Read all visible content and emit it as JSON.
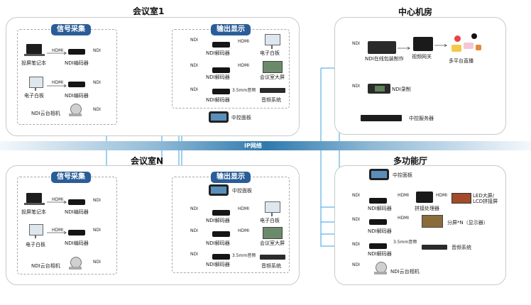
{
  "ip_band": {
    "label": "IP网络"
  },
  "colors": {
    "line": "#3aa0e0",
    "badge": "#2a5d97",
    "device": "#151515"
  },
  "room1": {
    "title": "会议室1",
    "capture": {
      "badge": "信号采集",
      "laptop_label": "投屏笔记本",
      "laptop_link": "HDMI",
      "laptop_encoder": "NDI编码器",
      "wb_label": "电子白板",
      "wb_link": "HDMI",
      "wb_encoder": "NDI编码器",
      "cam_label": "NDI云台相机",
      "ndi": "NDI"
    },
    "output": {
      "badge": "输出显示",
      "row1_in": "NDI",
      "row1_link": "HDMI",
      "row1_dec": "NDI解码器",
      "row1_dev": "电子白板",
      "row2_in": "NDI",
      "row2_link": "HDMI",
      "row2_dec": "NDI解码器",
      "row2_dev": "会议室大屏",
      "row3_in": "NDI",
      "row3_link": "3.5mm音频",
      "row3_dec": "NDI解码器",
      "row3_dev": "音频系统",
      "panel": "中控面板"
    }
  },
  "roomN": {
    "title": "会议室N",
    "capture": {
      "badge": "信号采集",
      "laptop_label": "投屏笔记本",
      "laptop_link": "HDMI",
      "laptop_encoder": "NDI编码器",
      "wb_label": "电子白板",
      "wb_link": "HDMI",
      "wb_encoder": "NDI编码器",
      "cam_label": "NDI云台相机",
      "ndi": "NDI"
    },
    "output": {
      "badge": "输出显示",
      "panel": "中控面板",
      "row1_in": "NDI",
      "row1_link": "HDMI",
      "row1_dec": "NDI解码器",
      "row1_dev": "电子白板",
      "row2_in": "NDI",
      "row2_link": "HDMI",
      "row2_dec": "NDI解码器",
      "row2_dev": "会议室大屏",
      "row3_in": "NDI",
      "row3_link": "3.5mm音频",
      "row3_dec": "NDI解码器",
      "row3_dev": "音频系统"
    }
  },
  "center": {
    "title": "中心机房",
    "ndi1": "NDI",
    "prod": "NDI在线包装制作",
    "gateway": "视频网关",
    "live": "多平台直播",
    "ndi2": "NDI",
    "rec": "NDI录制",
    "server": "中控服务器"
  },
  "multi": {
    "title": "多功能厅",
    "panel": "中控面板",
    "row1_in": "NDI",
    "row1_link1": "HDMI",
    "row1_dec": "NDI解码器",
    "row1_proc": "拼接处理器",
    "row1_link2": "HDMI",
    "row1_dev": "LED大屏/\nLCD拼接屏",
    "row2_in": "NDI",
    "row2_link": "HDMI",
    "row2_dec": "NDI解码器",
    "row2_dev": "分屏*N（显示器）",
    "row3_in": "NDI",
    "row3_link": "3.5mm音频",
    "row3_dec": "NDI解码器",
    "row3_dev": "音频系统",
    "row4_in": "NDI",
    "cam": "NDI云台相机"
  }
}
